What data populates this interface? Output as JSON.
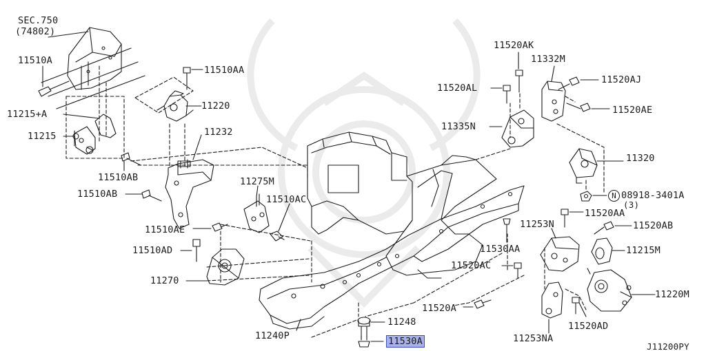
{
  "diagram": {
    "reference_code": "J11200PY",
    "highlight_color": "#a9b2e8",
    "highlighted_part": "11530A",
    "callouts": {
      "sec_ref_1": "SEC.750",
      "sec_ref_2": "(74802)",
      "p11510A": "11510A",
      "p11510AA": "11510AA",
      "p11220": "11220",
      "p11215A": "11215+A",
      "p11215": "11215",
      "p11232": "11232",
      "p11510AB_1": "11510AB",
      "p11510AB_2": "11510AB",
      "p11275M": "11275M",
      "p11510AC": "11510AC",
      "p11510AE": "11510AE",
      "p11510AD": "11510AD",
      "p11270": "11270",
      "p11240P": "11240P",
      "p11248": "11248",
      "p11530A": "11530A",
      "p11520AK": "11520AK",
      "p11332M": "11332M",
      "p11520AL": "11520AL",
      "p11520AJ": "11520AJ",
      "p11520AE": "11520AE",
      "p11335N": "11335N",
      "p11320": "11320",
      "nut_symbol": "N",
      "p08918": "08918-3401A",
      "qty_3": "(3)",
      "p11520AA": "11520AA",
      "p11253N": "11253N",
      "p11520AB": "11520AB",
      "p11530AA": "11530AA",
      "p11215M": "11215M",
      "p11520AC": "11520AC",
      "p11220M": "11220M",
      "p11520A": "11520A",
      "p11520AD": "11520AD",
      "p11253NA": "11253NA"
    }
  }
}
